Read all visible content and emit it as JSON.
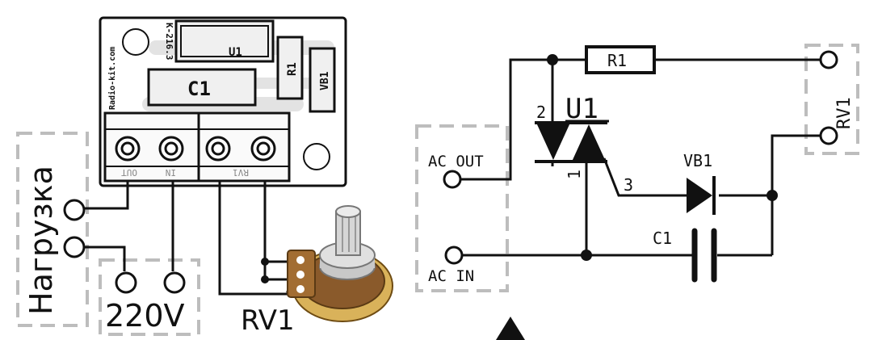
{
  "board": {
    "brand": "Radio-kit.com",
    "model": "K-216.3",
    "parts": {
      "u1": "U1",
      "c1": "C1",
      "r1": "R1",
      "vb1": "VB1"
    },
    "terminals": {
      "out": "OUT",
      "in": "IN",
      "rv1": "RV1"
    }
  },
  "wiring": {
    "load_label": "Нагрузка",
    "mains_label": "220V",
    "pot_label": "RV1"
  },
  "schematic": {
    "ac_out": "AC OUT",
    "ac_in": "AC IN",
    "r1": "R1",
    "u1": "U1",
    "u1_pin2": "2",
    "u1_pin1": "1",
    "u1_pin3": "3",
    "vb1": "VB1",
    "c1": "C1",
    "rv1": "RV1"
  },
  "colors": {
    "line": "#111111",
    "dash": "#bdbdbd",
    "board_fill": "#ffffff",
    "silk_fill": "#e6e6e6",
    "trace_fill": "#d9d9d9",
    "brass": "#d9b25a",
    "pot_body": "#8a5a2b",
    "metal": "#c8c8c8"
  }
}
